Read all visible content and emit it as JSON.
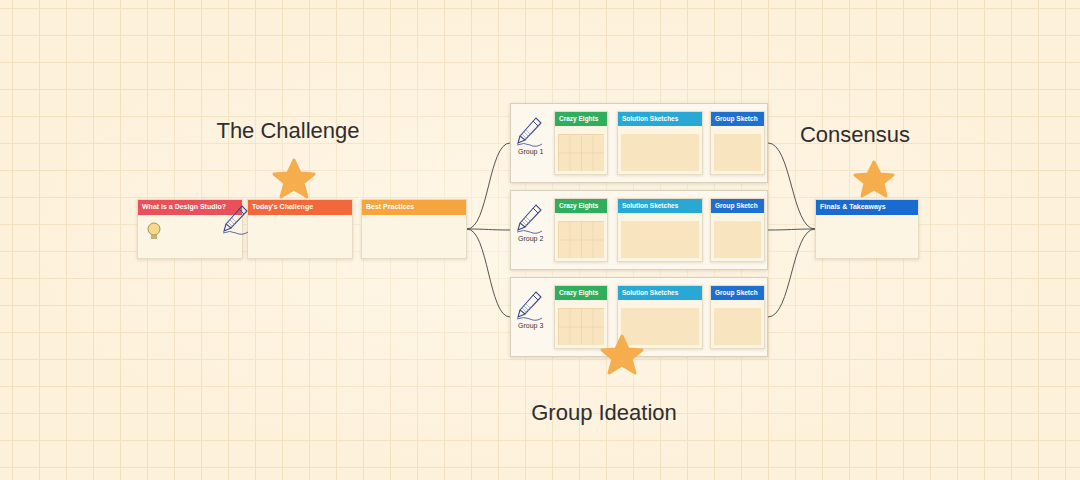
{
  "diagram": {
    "nodes": [
      {
        "text": [
          "What is a Design Studio?"
        ]
      },
      {
        "text": [
          "Today's Challenge"
        ]
      },
      {
        "text": [
          "Best Practices"
        ]
      },
      {
        "text": [
          "Group 1"
        ]
      },
      {
        "text": [
          "Crazy Eights"
        ],
        "in": 3
      },
      {
        "text": [
          "Solution Sketches"
        ],
        "in": 3
      },
      {
        "text": [
          "Group Sketch"
        ],
        "in": 3
      },
      {
        "text": [
          "Group 2"
        ]
      },
      {
        "text": [
          "Crazy Eights"
        ],
        "in": 7
      },
      {
        "text": [
          "Solution Sketches"
        ],
        "in": 7
      },
      {
        "text": [
          "Group Sketch"
        ],
        "in": 7
      },
      {
        "text": [
          "Group 3"
        ]
      },
      {
        "text": [
          "Crazy Eights"
        ],
        "in": 11
      },
      {
        "text": [
          "Solution Sketches"
        ],
        "in": 11
      },
      {
        "text": [
          "Group Sketch"
        ],
        "in": 11
      },
      {
        "text": [
          "Finals & Takeaways"
        ]
      }
    ],
    "edges": [
      {
        "from": 2,
        "to": 3,
        "arrow": "none"
      },
      {
        "from": 2,
        "to": 7,
        "arrow": "none"
      },
      {
        "from": 2,
        "to": 11,
        "arrow": "none"
      },
      {
        "from": 3,
        "to": 15,
        "arrow": "none"
      },
      {
        "from": 7,
        "to": 15,
        "arrow": "none"
      },
      {
        "from": 11,
        "to": 15,
        "arrow": "none"
      }
    ],
    "labels": [
      "The Challenge",
      "Group Ideation",
      "Consensus"
    ]
  }
}
